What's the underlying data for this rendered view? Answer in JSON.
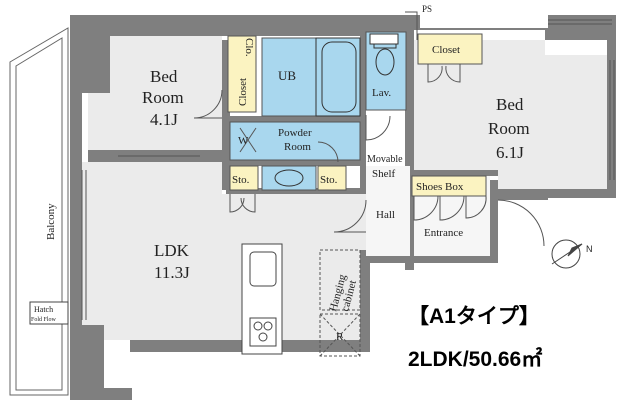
{
  "plan": {
    "type_label": "【A1タイプ】",
    "area_label": "2LDK/50.66㎡",
    "colors": {
      "wall": "#7f7f7f",
      "wet_area": "#a9d7ee",
      "closet": "#fbf3c1",
      "floor": "#ebebeb"
    },
    "rooms": {
      "bed_left_line1": "Bed",
      "bed_left_line2": "Room",
      "bed_left_size": "4.1J",
      "bed_right_line1": "Bed",
      "bed_right_line2": "Room",
      "bed_right_size": "6.1J",
      "ldk": "LDK",
      "ldk_size": "11.3J",
      "ub": "UB",
      "lav": "Lav.",
      "powder_line1": "Powder",
      "powder_line2": "Room",
      "w": "W",
      "sto1": "Sto.",
      "sto2": "Sto.",
      "movable_line1": "Movable",
      "movable_line2": "Shelf",
      "hall": "Hall",
      "shoes_box": "Shoes Box",
      "entrance": "Entrance",
      "closet_top": "Closet",
      "clo_vertical": "Clo.",
      "closet_vertical": "Closet",
      "hanging_line1": "Hanging",
      "hanging_line2": "cabinet",
      "balcony": "Balcony",
      "hatch_line1": "Hatch",
      "hatch_line2": "Fold Flow",
      "ps": "PS",
      "refrigerator": "R",
      "north": "N"
    }
  }
}
